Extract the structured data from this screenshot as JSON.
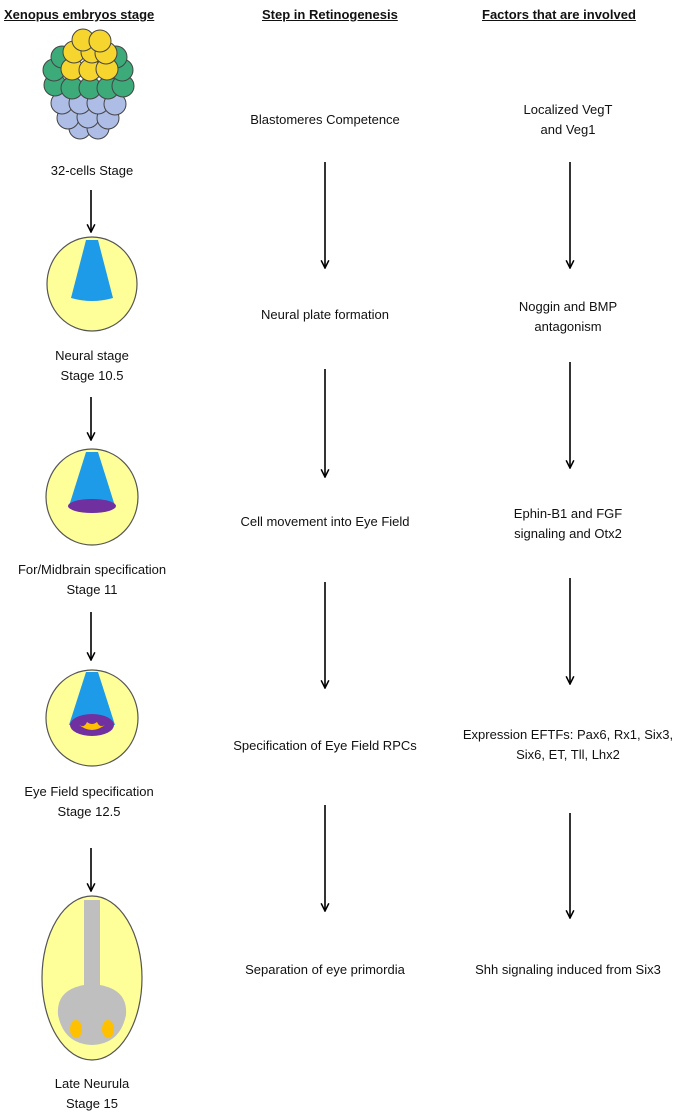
{
  "headers": {
    "col1": "Xenopus embryos stage",
    "col2": "Step in Retinogenesis",
    "col3": "Factors that are involved"
  },
  "stages": [
    {
      "line1": "32-cells Stage",
      "line2": ""
    },
    {
      "line1": "Neural stage",
      "line2": "Stage 10.5"
    },
    {
      "line1": "For/Midbrain specification",
      "line2": "Stage 11"
    },
    {
      "line1": "Eye Field specification",
      "line2": "Stage 12.5"
    },
    {
      "line1": "Late Neurula",
      "line2": "Stage 15"
    }
  ],
  "steps": [
    "Blastomeres Competence",
    "Neural plate formation",
    "Cell movement into Eye Field",
    "Specification of Eye Field RPCs",
    "Separation of  eye primordia"
  ],
  "factors": [
    {
      "line1": "Localized VegT",
      "line2": "and Veg1"
    },
    {
      "line1": "Noggin and BMP",
      "line2": "antagonism"
    },
    {
      "line1": "Ephin-B1 and FGF",
      "line2": "signaling and Otx2"
    },
    {
      "line1": "Expression EFTFs: Pax6, Rx1, Six3,",
      "line2": "Six6, ET, Tll, Lhx2"
    },
    {
      "line1": "Shh signaling induced from Six3",
      "line2": ""
    }
  ],
  "colors": {
    "embryo_fill": "#ffff99",
    "blue": "#1e9be8",
    "purple": "#7030a0",
    "orange": "#ffc000",
    "gray": "#bfbfbf",
    "cell_yellow": "#f5d52e",
    "cell_green": "#3daa7a",
    "cell_blue": "#aebde6"
  }
}
